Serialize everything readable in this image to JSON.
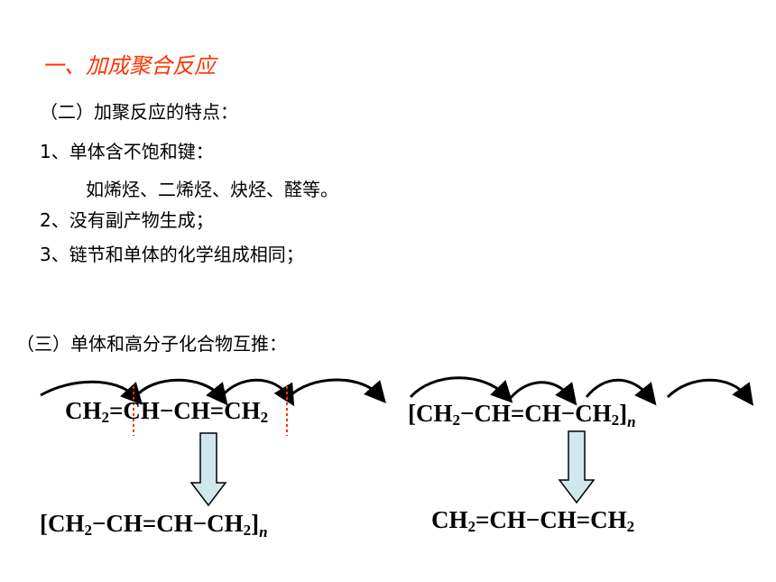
{
  "section_title": "一、加成聚合反应",
  "subsection_2": "（二）加聚反应的特点：",
  "point_1": "1、单体含不饱和键：",
  "point_1_examples": "如烯烃、二烯烃、炔烃、醛等。",
  "point_2": "2、没有副产物生成；",
  "point_3": "3、链节和单体的化学组成相同；",
  "subsection_3": "（三）单体和高分子化合物互推：",
  "left_monomer": {
    "p1": "CH",
    "s1": "2",
    "b1": "=",
    "p2": "CH",
    "b2": "−",
    "p3": "CH",
    "b3": "=",
    "p4": "CH",
    "s4": "2"
  },
  "left_polymer": {
    "open": "[",
    "p1": "CH",
    "s1": "2",
    "b1": "−",
    "p2": "CH",
    "b2": "=",
    "p3": "CH",
    "b3": "−",
    "p4": "CH",
    "s4": "2",
    "close": "]",
    "n": "n"
  },
  "right_polymer": {
    "open": "[",
    "p1": "CH",
    "s1": "2",
    "b1": "−",
    "p2": "CH",
    "b2": "=",
    "p3": "CH",
    "b3": "−",
    "p4": "CH",
    "s4": "2",
    "close": "]",
    "n": "n"
  },
  "right_monomer": {
    "p1": "CH",
    "s1": "2",
    "b1": "=",
    "p2": "CH",
    "b2": "−",
    "p3": "CH",
    "b3": "=",
    "p4": "CH",
    "s4": "2"
  },
  "colors": {
    "title": "#ff3300",
    "arrow_fill": "#cfe8ee",
    "divider": "#ff3300"
  }
}
